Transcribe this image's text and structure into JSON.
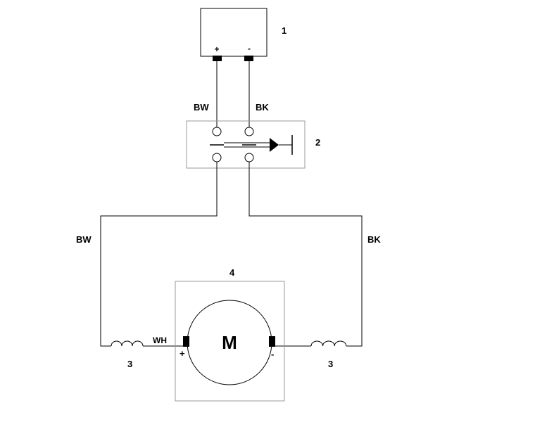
{
  "diagram": {
    "components": {
      "power_source": {
        "number": "1",
        "pos_terminal": "+",
        "neg_terminal": "-"
      },
      "switch": {
        "number": "2"
      },
      "coil_left": {
        "number": "3"
      },
      "coil_right": {
        "number": "3"
      },
      "motor": {
        "number": "4",
        "symbol": "M",
        "pos_terminal": "+",
        "neg_terminal": "-"
      }
    },
    "wires": {
      "upper_left": "BW",
      "upper_right": "BK",
      "lower_left": "BW",
      "lower_right": "BK",
      "motor_lead": "WH"
    }
  }
}
